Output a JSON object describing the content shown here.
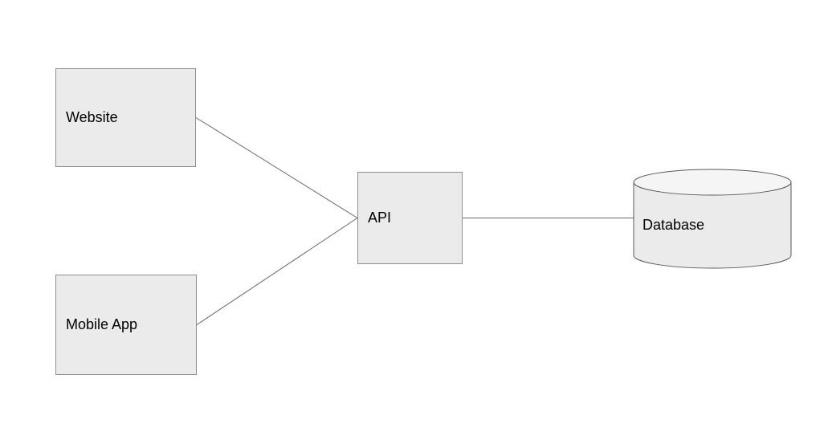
{
  "diagram": {
    "nodes": [
      {
        "id": "website",
        "label": "Website",
        "shape": "rectangle"
      },
      {
        "id": "mobile-app",
        "label": "Mobile App",
        "shape": "rectangle"
      },
      {
        "id": "api",
        "label": "API",
        "shape": "rectangle"
      },
      {
        "id": "database",
        "label": "Database",
        "shape": "cylinder"
      }
    ],
    "edges": [
      {
        "from": "website",
        "to": "api"
      },
      {
        "from": "mobile-app",
        "to": "api"
      },
      {
        "from": "api",
        "to": "database"
      }
    ],
    "colors": {
      "canvas_background": "#ffffff",
      "node_fill": "#ebebeb",
      "cylinder_top_fill": "#f5f5f5",
      "node_border": "#8f8f8f",
      "cylinder_border": "#5a5a5a",
      "edge": "#666666",
      "text": "#000000"
    }
  }
}
